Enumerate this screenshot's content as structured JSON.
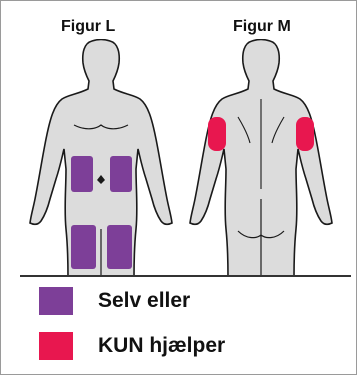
{
  "figures": [
    {
      "title": "Figur L",
      "view": "front"
    },
    {
      "title": "Figur M",
      "view": "back"
    }
  ],
  "legend": [
    {
      "label": "Selv eller",
      "color": "#7d3f98"
    },
    {
      "label": "KUN hjælper",
      "color": "#e8174f"
    }
  ],
  "colors": {
    "body_fill": "#dcdcdc",
    "body_stroke": "#1a1a1a",
    "background": "#ffffff"
  }
}
